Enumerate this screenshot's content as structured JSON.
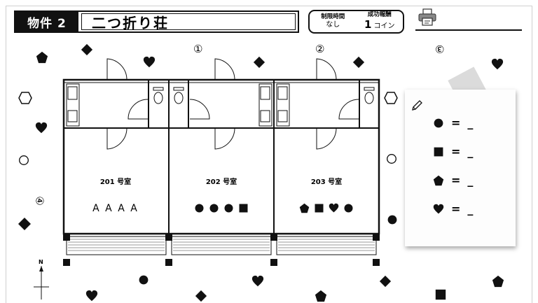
{
  "header": {
    "property_label": "物件 2",
    "property_name": "二つ折り荘",
    "time_limit_label": "制限時間",
    "time_limit_value": "なし",
    "reward_label": "成功報酬",
    "reward_amount": "1",
    "reward_unit": "コイン",
    "printer_icon": "printer-icon"
  },
  "markers": [
    "①",
    "②",
    "③",
    "④"
  ],
  "rooms": [
    {
      "label": "201 号室",
      "contents": "A A A A"
    },
    {
      "label": "202 号室",
      "shapes": [
        "circle",
        "circle",
        "circle",
        "square"
      ]
    },
    {
      "label": "203 号室",
      "shapes": [
        "pentagon",
        "square",
        "heart",
        "circle"
      ]
    }
  ],
  "compass": "N",
  "note": {
    "pencil_icon": "pencil-icon",
    "equations": [
      {
        "shape": "circle",
        "eq": "=",
        "blank": "_"
      },
      {
        "shape": "square",
        "eq": "=",
        "blank": "_"
      },
      {
        "shape": "pentagon",
        "eq": "=",
        "blank": "_"
      },
      {
        "shape": "heart",
        "eq": "=",
        "blank": "_"
      }
    ]
  }
}
